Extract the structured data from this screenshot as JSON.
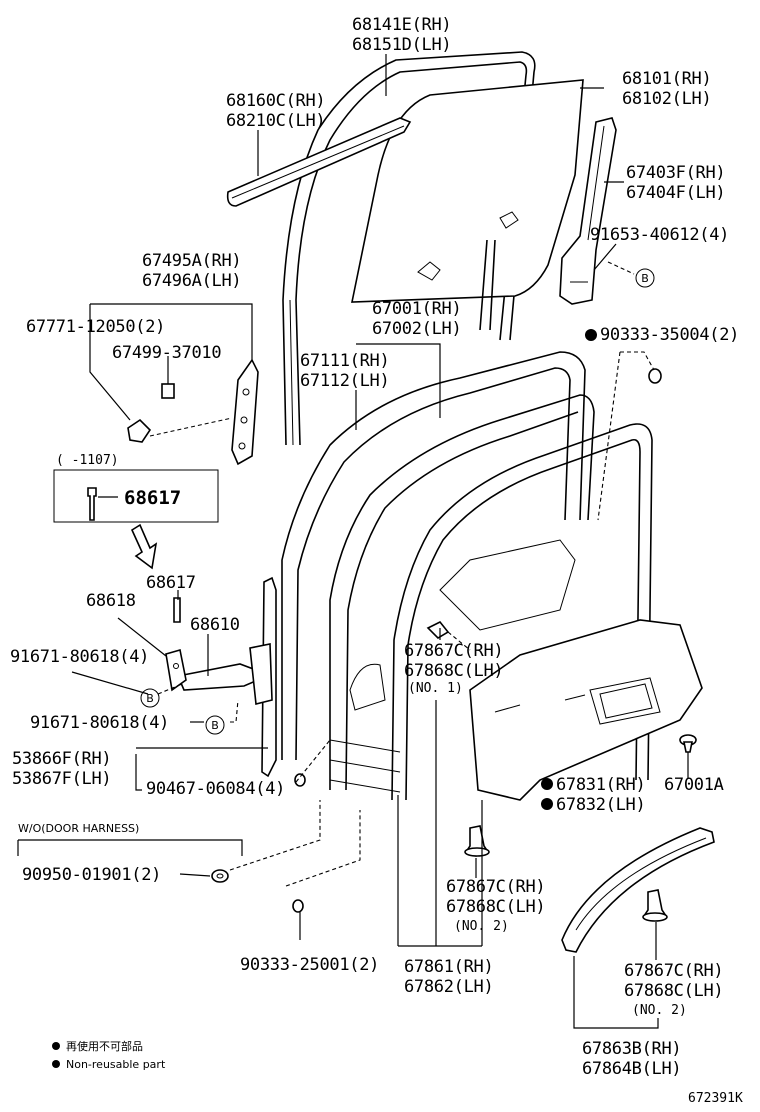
{
  "labels": {
    "l68141": "68141E(RH)",
    "l68151": "68151D(LH)",
    "l68101": "68101(RH)",
    "l68102": "68102(LH)",
    "l68160": "68160C(RH)",
    "l68210": "68210C(LH)",
    "l67403": "67403F(RH)",
    "l67404": "67404F(LH)",
    "l91653": "91653-40612(4)",
    "l67495": "67495A(RH)",
    "l67496": "67496A(LH)",
    "l67771": "67771-12050(2)",
    "l67499": "67499-37010",
    "l67001": "67001(RH)",
    "l67002": "67002(LH)",
    "l90333a": "90333-35004(2)",
    "l67111": "67111(RH)",
    "l67112": "67112(LH)",
    "date_range": "( -1107)",
    "l68617box": "68617",
    "l68617": "68617",
    "l68618": "68618",
    "l68610": "68610",
    "l91671a": "91671-80618(4)",
    "l91671b": "91671-80618(4)",
    "l67867a": "67867C(RH)",
    "l67868a": "67868C(LH)",
    "no1": "(NO. 1)",
    "l53866": "53866F(RH)",
    "l53867": "53867F(LH)",
    "l90467": "90467-06084(4)",
    "l67831": "67831(RH)",
    "l67832": "67832(LH)",
    "l67001a": "67001A",
    "wo_harness": "W/O(DOOR HARNESS)",
    "l90950": "90950-01901(2)",
    "l67867b": "67867C(RH)",
    "l67868b": "67868C(LH)",
    "no2a": "(NO. 2)",
    "l90333b": "90333-25001(2)",
    "l67861": "67861(RH)",
    "l67862": "67862(LH)",
    "l67867c": "67867C(RH)",
    "l67868c": "67868C(LH)",
    "no2b": "(NO. 2)",
    "l67863": "67863B(RH)",
    "l67864": "67864B(LH)",
    "legend_jp": "再使用不可部品",
    "legend_en": "Non-reusable part",
    "diagram_id": "672391K",
    "ref_b1": "B",
    "ref_b2": "B",
    "ref_b3": "B"
  },
  "icons": {
    "nonreusable": "filled-dot-icon"
  }
}
